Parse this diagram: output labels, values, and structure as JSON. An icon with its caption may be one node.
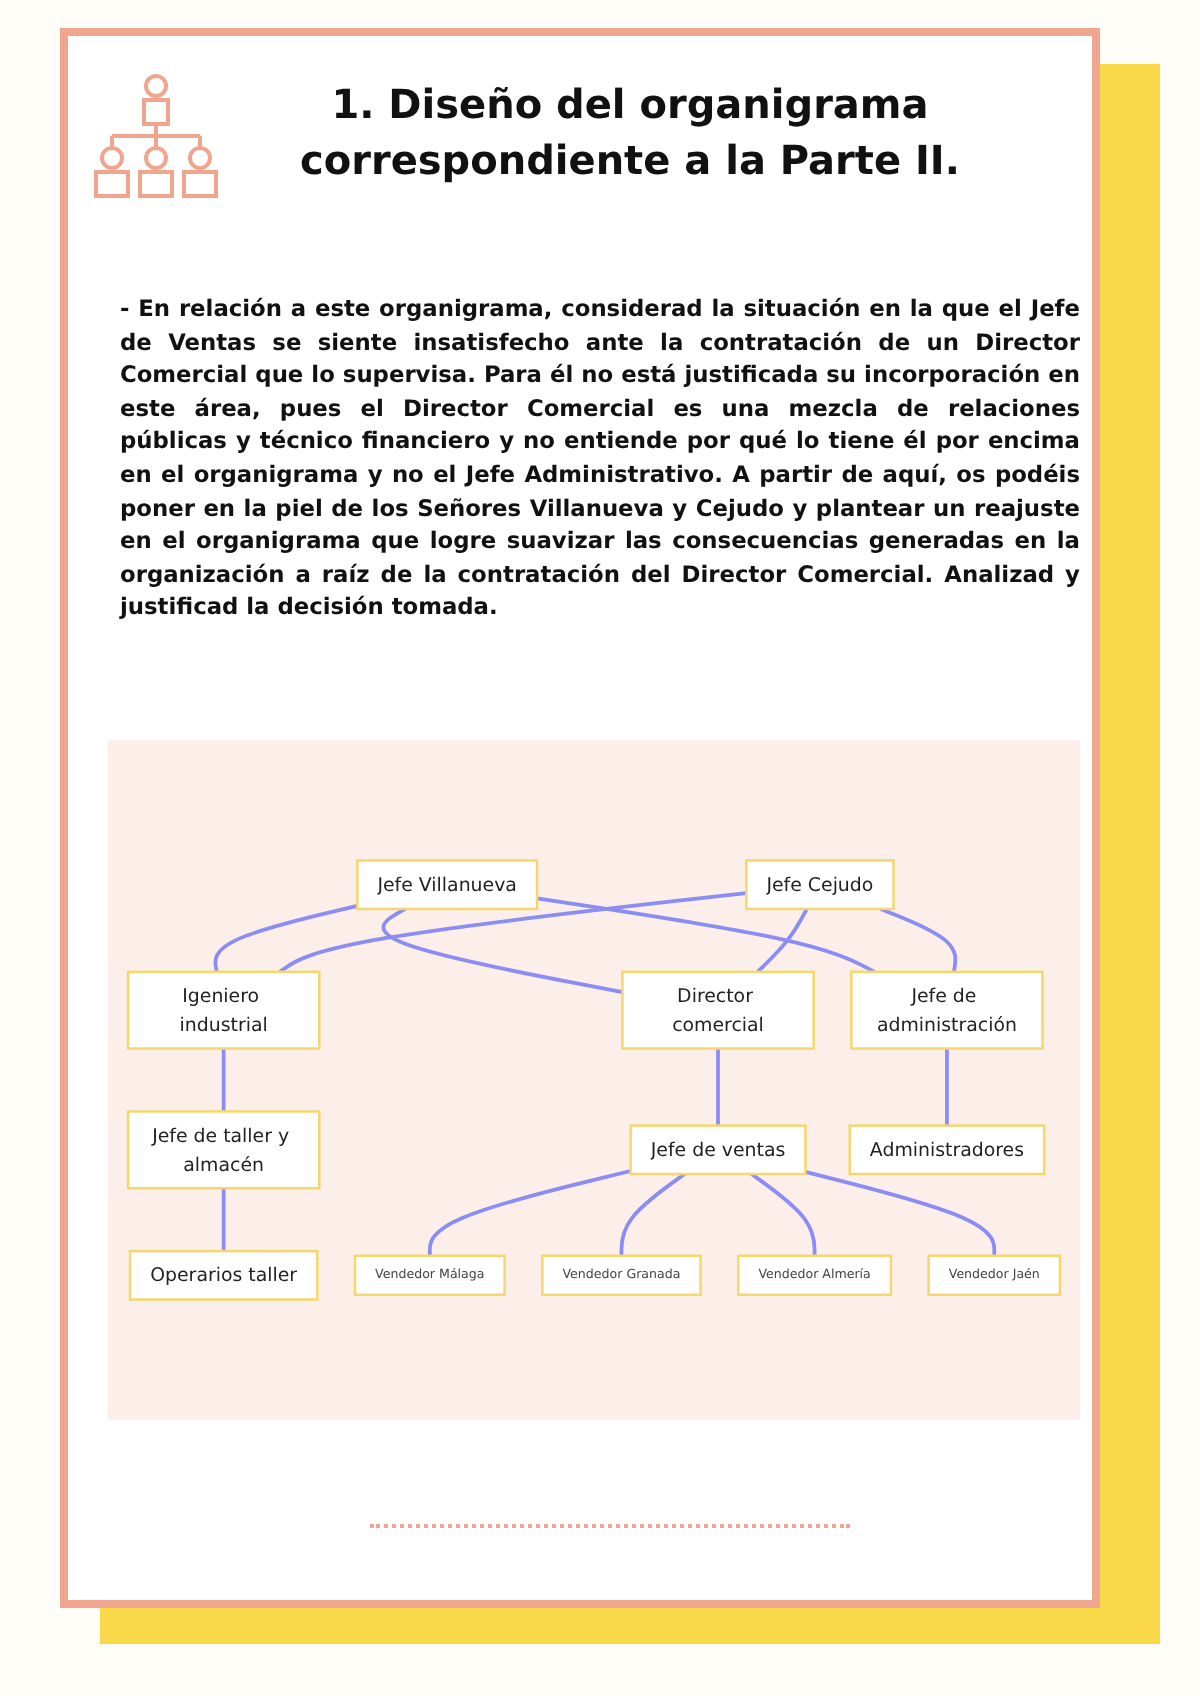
{
  "diagram": {
    "title": "1. Diseño del organigrama correspondiente a la Parte II.",
    "nodes": [
      {
        "text": [
          "Jefe Villanueva"
        ]
      },
      {
        "text": [
          "Jefe Cejudo"
        ]
      },
      {
        "text": [
          "Igeniero industrial"
        ]
      },
      {
        "text": [
          "Director comercial"
        ]
      },
      {
        "text": [
          "Jefe de administración"
        ]
      },
      {
        "text": [
          "Jefe de taller y almacén"
        ]
      },
      {
        "text": [
          "Jefe de ventas"
        ]
      },
      {
        "text": [
          "Administradores"
        ]
      },
      {
        "text": [
          "Operarios taller"
        ]
      },
      {
        "text": [
          "Vendedor Málaga"
        ]
      },
      {
        "text": [
          "Vendedor Granada"
        ]
      },
      {
        "text": [
          "Vendedor Almería"
        ]
      },
      {
        "text": [
          "Vendedor Jaén"
        ]
      }
    ],
    "edges": [
      {
        "from": 0,
        "to": 4,
        "arrow": "none"
      },
      {
        "from": 0,
        "to": 2,
        "arrow": "none"
      },
      {
        "from": 0,
        "to": 3,
        "arrow": "none"
      },
      {
        "from": 1,
        "to": 4,
        "arrow": "none"
      },
      {
        "from": 1,
        "to": 2,
        "arrow": "none"
      },
      {
        "from": 1,
        "to": 3,
        "arrow": "none"
      },
      {
        "from": 4,
        "to": 7,
        "arrow": "none"
      },
      {
        "from": 2,
        "to": 5,
        "arrow": "none"
      },
      {
        "from": 5,
        "to": 8,
        "arrow": "none"
      },
      {
        "from": 3,
        "to": 6,
        "arrow": "none"
      },
      {
        "from": 6,
        "to": 9,
        "arrow": "none"
      },
      {
        "from": 6,
        "to": 10,
        "arrow": "none"
      },
      {
        "from": 6,
        "to": 11,
        "arrow": "none"
      },
      {
        "from": 6,
        "to": 12,
        "arrow": "none"
      }
    ],
    "labels": [
      "- En relación a este organigrama, considerad la situación en la que el Jefe de Ventas se siente insatisfecho ante la contratación de un Director Comercial que lo supervisa. Para él no está justificada su incorporación en este área, pues el Director Comercial es una mezcla de relaciones públicas y técnico financiero y no entiende por qué lo tiene él por encima en el organigrama y no el Jefe Administrativo. A partir de aquí, os podéis poner en la piel de los Señores Villanueva y Cejudo y plantear un reajuste en el organigrama que logre suavizar las consecuencias generadas en la organización a raíz de la contratación del Director Comercial. Analizad y justificad la decisión tomada."
    ]
  }
}
